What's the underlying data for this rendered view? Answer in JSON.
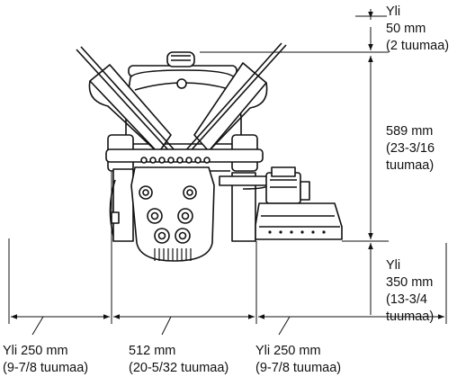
{
  "labels": {
    "top_clearance": [
      "Yli",
      "50 mm",
      "(2 tuumaa)"
    ],
    "height": [
      "589 mm",
      "(23-3/16",
      "tuumaa)"
    ],
    "front_clearance": [
      "Yli",
      "350 mm",
      "(13-3/4",
      "tuumaa)"
    ],
    "left_clearance": [
      "Yli 250 mm",
      "(9-7/8 tuumaa)"
    ],
    "width": [
      "512 mm",
      "(20-5/32 tuumaa)"
    ],
    "right_clearance": [
      "Yli 250 mm",
      "(9-7/8 tuumaa)"
    ]
  }
}
